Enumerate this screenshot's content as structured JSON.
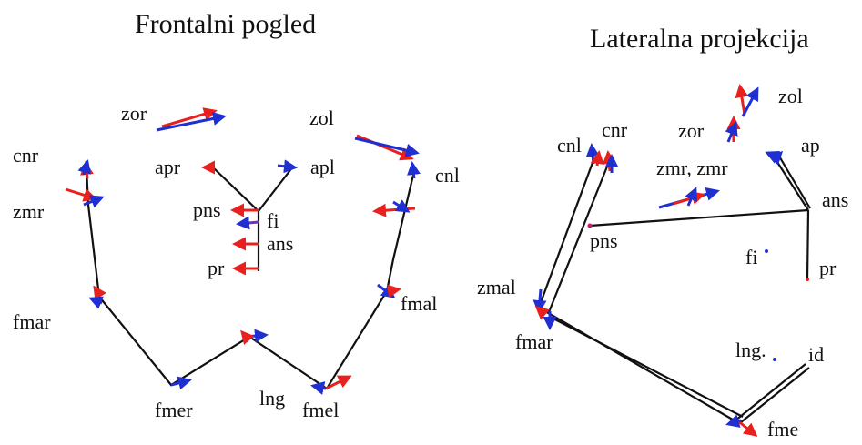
{
  "titles": {
    "left": "Frontalni pogled",
    "right": "Lateralna projekcija"
  },
  "left_labels": {
    "zor": "zor",
    "zol": "zol",
    "cnr": "cnr",
    "cnl": "cnl",
    "apr": "apr",
    "apl": "apl",
    "zmr": "zmr",
    "pns": "pns",
    "fi": "fi",
    "ans": "ans",
    "pr": "pr",
    "fmar": "fmar",
    "fmal": "fmal",
    "fmer": "fmer",
    "lng": "lng",
    "fmel": "fmel"
  },
  "right_labels": {
    "zol": "zol",
    "zor": "zor",
    "ap": "ap",
    "cnl": "cnl",
    "cnr": "cnr",
    "zmr_zmr": "zmr, zmr",
    "ans": "ans",
    "pns": "pns",
    "fi": "fi",
    "pr": "pr",
    "zmal": "zmal",
    "fmar": "fmar",
    "lng": "lng.",
    "id": "id",
    "fme": "fme"
  },
  "colors": {
    "line": "#111111",
    "red_arrow": "#e8201e",
    "blue_arrow": "#1f2fd1",
    "point": "#c0206a"
  }
}
